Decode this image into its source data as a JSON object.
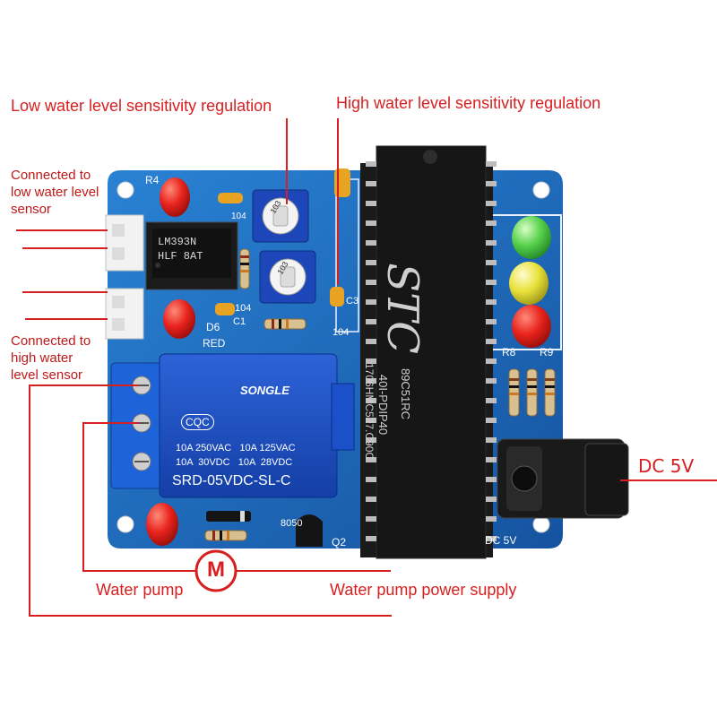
{
  "callouts": {
    "low_sensitivity": "Low water level sensitivity regulation",
    "high_sensitivity": "High water level sensitivity regulation",
    "low_sensor": "Connected to low water level sensor",
    "high_sensor": "Connected to high water level sensor",
    "dc": "DC  5V",
    "pump": "Water pump",
    "pump_supply": "Water pump power supply",
    "motor_symbol": "M"
  },
  "board": {
    "mcu_brand": "STC",
    "mcu_model": "89C51RC",
    "mcu_package": "40I-PDIP40",
    "mcu_lot": "1706HMC527.C90C",
    "comparator_line1": "LM393N",
    "comparator_line2": "HLF  8AT",
    "relay_brand": "SONGLE",
    "relay_line1": "10A 250VAC   10A 125VAC",
    "relay_line2": "10A  30VDC   10A  28VDC",
    "relay_model": "SRD-05VDC-SL-C",
    "relay_cert": "CQC",
    "silk_r4": "R4",
    "silk_d6": "D6",
    "silk_red": "RED",
    "silk_c1": "C1",
    "silk_104a": "104",
    "silk_104b": "104",
    "silk_104c": "104",
    "silk_c3": "C3",
    "silk_r8": "R8",
    "silk_r9": "R9",
    "silk_q2": "Q2",
    "silk_8050": "8050",
    "silk_dc5v": "DC 5V",
    "pot_marking": "103"
  },
  "colors": {
    "callout_red": "#d81f1f",
    "pcb_blue": "#1f6fc0",
    "relay_blue": "#1a4fc4"
  }
}
